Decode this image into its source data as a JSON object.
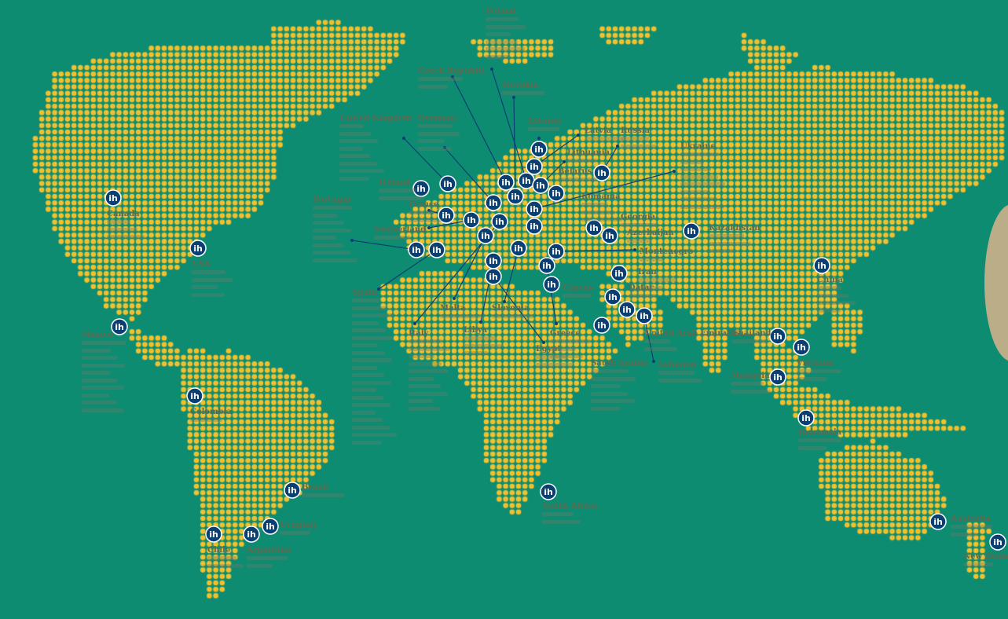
{
  "map": {
    "land_dot_color": "#f2c02e",
    "ocean_color": "#0e8c72",
    "marker_color": "#0a3f73",
    "marker_text": "ih",
    "marker_icon": "ih-logo-icon"
  },
  "countries": [
    {
      "name": "Canada"
    },
    {
      "name": "USA"
    },
    {
      "name": "Mexico"
    },
    {
      "name": "Colombia"
    },
    {
      "name": "Brazil"
    },
    {
      "name": "Uruguay"
    },
    {
      "name": "Argentina"
    },
    {
      "name": "Chile"
    },
    {
      "name": "Portugal"
    },
    {
      "name": "Spain"
    },
    {
      "name": "Ireland"
    },
    {
      "name": "France"
    },
    {
      "name": "Switzerland"
    },
    {
      "name": "United Kingdom"
    },
    {
      "name": "Germany"
    },
    {
      "name": "Czech Republic"
    },
    {
      "name": "Poland"
    },
    {
      "name": "Slovakia"
    },
    {
      "name": "Estonia"
    },
    {
      "name": "Latvia"
    },
    {
      "name": "Lithuania"
    },
    {
      "name": "Belarus"
    },
    {
      "name": "Russia"
    },
    {
      "name": "Ukraine"
    },
    {
      "name": "Romania"
    },
    {
      "name": "Georgia"
    },
    {
      "name": "Azerbaijan"
    },
    {
      "name": "Kazakhstan"
    },
    {
      "name": "Montenegro"
    },
    {
      "name": "Italy"
    },
    {
      "name": "Malta"
    },
    {
      "name": "Libya"
    },
    {
      "name": "Slovenia"
    },
    {
      "name": "Egypt"
    },
    {
      "name": "Greece"
    },
    {
      "name": "Cyprus"
    },
    {
      "name": "Iran"
    },
    {
      "name": "Qatar"
    },
    {
      "name": "Saudi Arabia"
    },
    {
      "name": "United Arab Emirates"
    },
    {
      "name": "Lebanon"
    },
    {
      "name": "China"
    },
    {
      "name": "Thailand"
    },
    {
      "name": "Vietnam"
    },
    {
      "name": "Malaysia"
    },
    {
      "name": "Indonesia"
    },
    {
      "name": "South Africa"
    },
    {
      "name": "Australia"
    },
    {
      "name": "New Zealand"
    }
  ]
}
